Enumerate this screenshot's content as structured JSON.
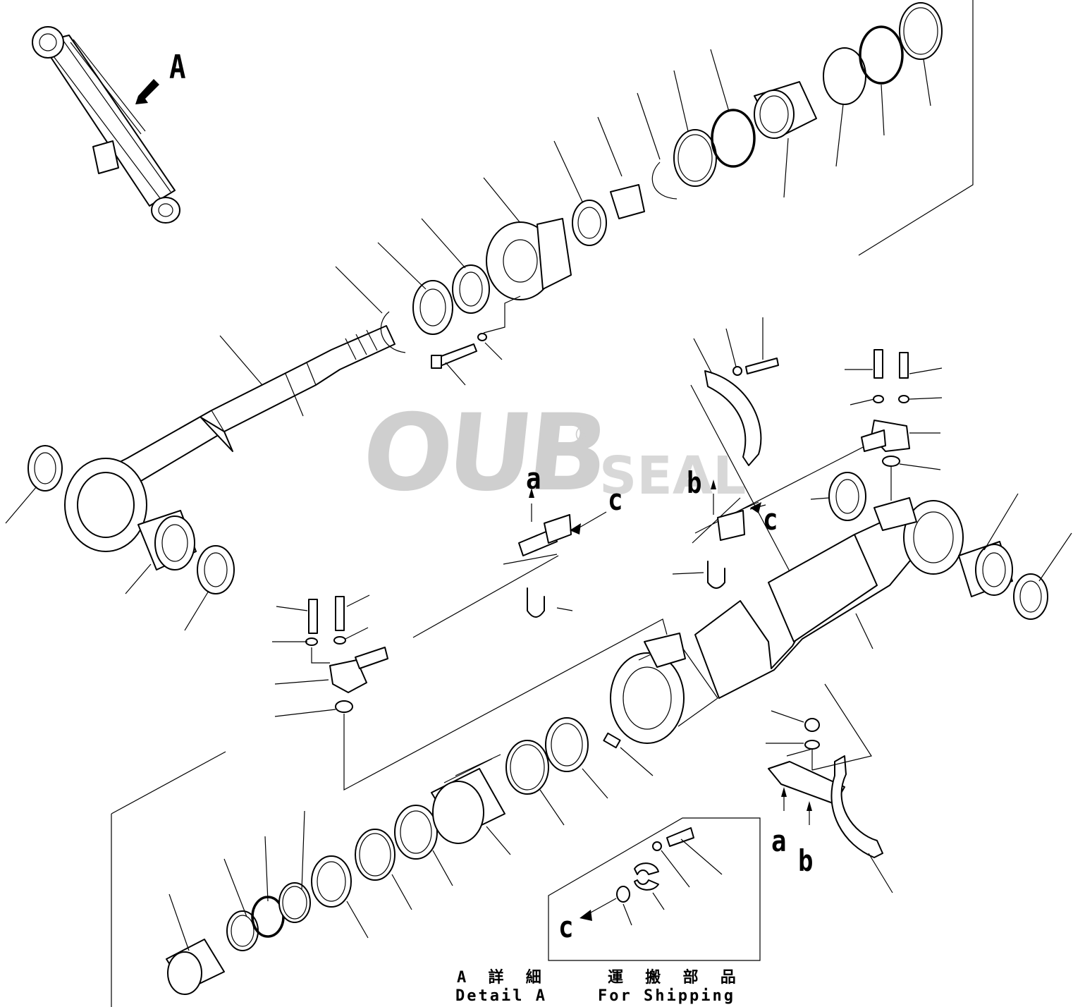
{
  "watermark": {
    "brand": "OUB",
    "registered_mark": "®",
    "subtitle": "SEAL"
  },
  "view_marker": {
    "label": "A"
  },
  "callouts": {
    "a_upper": "a",
    "b_upper": "b",
    "c_upper_left": "c",
    "c_upper_right": "c",
    "a_lower": "a",
    "b_lower": "b",
    "c_shipping": "c"
  },
  "captions": {
    "detail_jp": "A 詳 細",
    "detail_en": "Detail A",
    "shipping_jp": "運 搬 部 品",
    "shipping_en": "For Shipping"
  }
}
